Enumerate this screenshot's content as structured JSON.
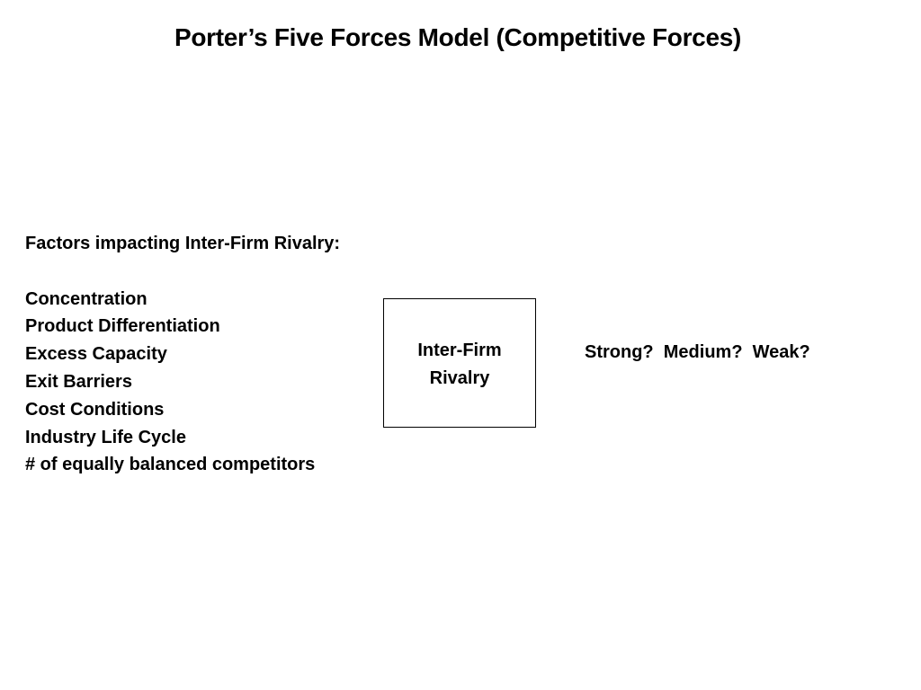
{
  "title": "Porter’s Five Forces Model (Competitive Forces)",
  "factors": {
    "heading": "Factors impacting Inter-Firm Rivalry:",
    "items": [
      "Concentration",
      "Product Differentiation",
      "Excess Capacity",
      "Exit Barriers",
      "Cost Conditions",
      "Industry Life Cycle",
      "# of equally balanced competitors"
    ]
  },
  "rivalry_box": {
    "line1": "Inter-Firm",
    "line2": "Rivalry"
  },
  "strength_question": "Strong?  Medium?  Weak?"
}
